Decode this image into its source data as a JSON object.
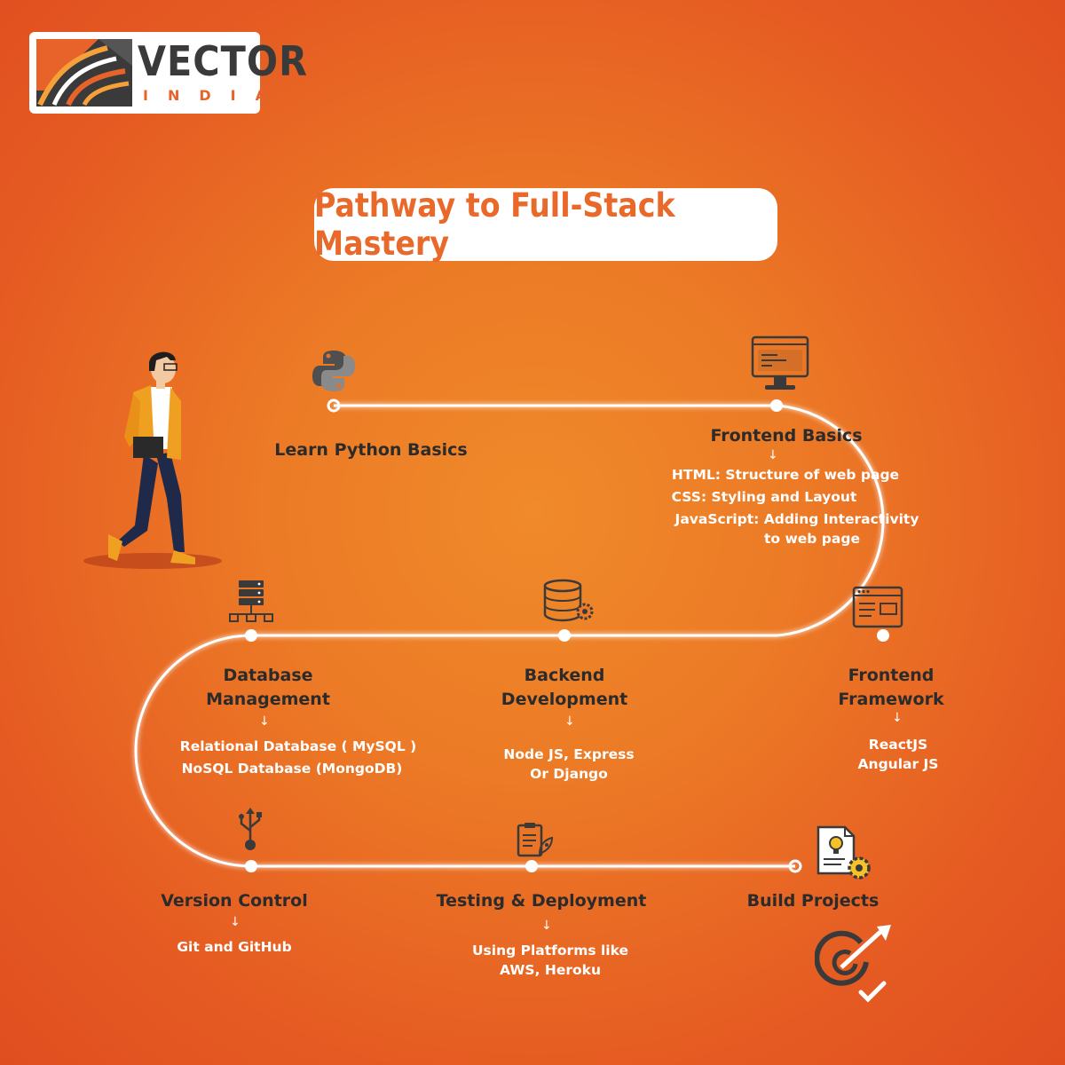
{
  "brand": {
    "name": "VECTOR",
    "tagline": "INDIA",
    "colors": {
      "accent": "#e8632a",
      "dark": "#3a3a3a"
    }
  },
  "title": "Pathway to Full-Stack Mastery",
  "steps": [
    {
      "label": "Learn Python Basics",
      "icon": "python-logo-icon",
      "details": []
    },
    {
      "label": "Frontend Basics",
      "icon": "monitor-code-icon",
      "details": [
        "HTML: Structure of web page",
        "CSS: Styling and Layout",
        "JavaScript: Adding Interactivity",
        "to web page"
      ]
    },
    {
      "label_lines": [
        "Frontend",
        "Framework"
      ],
      "icon": "browser-window-icon",
      "details": [
        "ReactJS",
        "Angular JS"
      ]
    },
    {
      "label_lines": [
        "Backend",
        "Development"
      ],
      "icon": "database-gear-icon",
      "details": [
        "Node JS, Express",
        "Or Django"
      ]
    },
    {
      "label_lines": [
        "Database",
        "Management"
      ],
      "icon": "database-network-icon",
      "details": [
        "Relational Database ( MySQL )",
        "NoSQL Database (MongoDB)"
      ]
    },
    {
      "label": "Version Control",
      "icon": "usb-branch-icon",
      "details": [
        "Git and GitHub"
      ]
    },
    {
      "label": "Testing & Deployment",
      "icon": "clipboard-rocket-icon",
      "details": [
        "Using Platforms like",
        "AWS, Heroku"
      ]
    },
    {
      "label": "Build Projects",
      "icon": "document-bulb-gear-icon",
      "details": []
    }
  ]
}
